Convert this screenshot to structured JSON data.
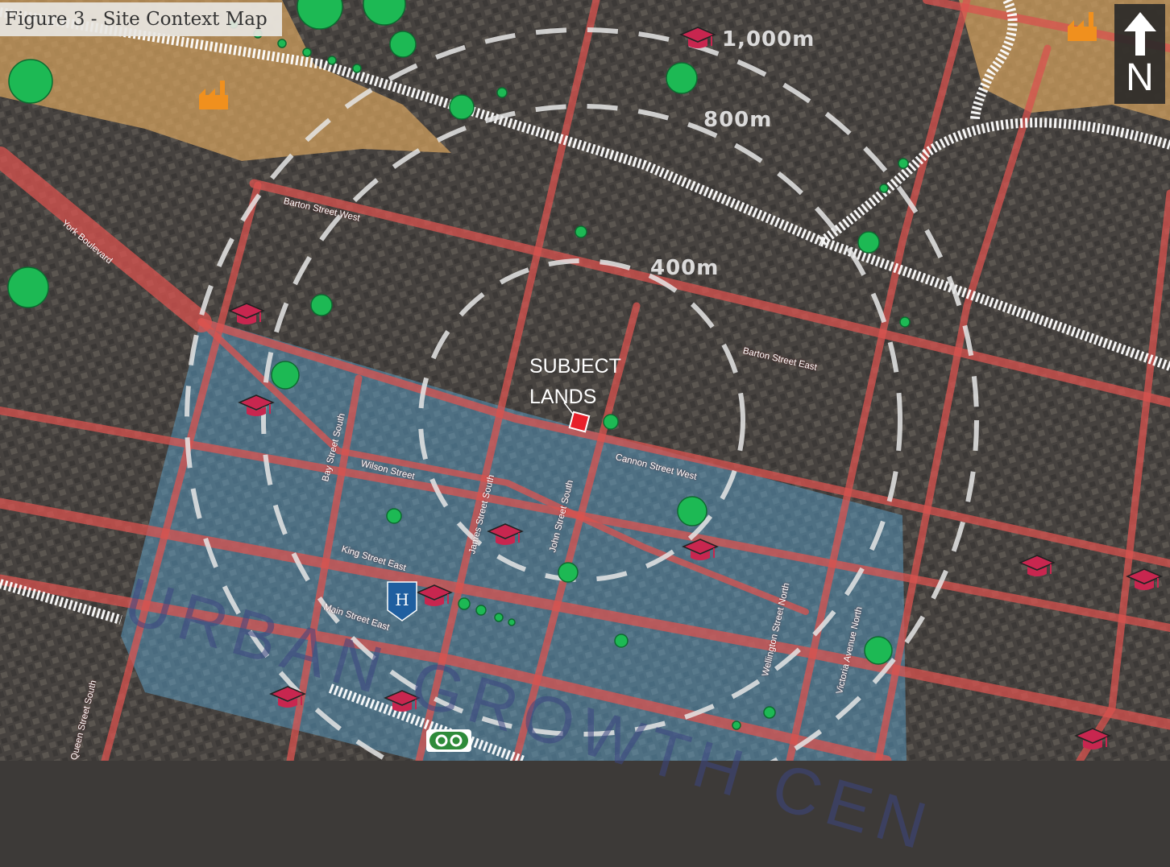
{
  "title": "Figure 3 - Site Context Map",
  "north_label": "N",
  "subject_label": [
    "SUBJECT",
    "LANDS"
  ],
  "ring_labels": [
    "1,000m",
    "800m",
    "400m"
  ],
  "zone_label": "URBAN GROWTH CEN",
  "streets": {
    "barton_west": "Barton Street West",
    "barton_east": "Barton Street East",
    "york": "York Boulevard",
    "bay": "Bay Street South",
    "wilson": "Wilson Street",
    "james": "James Street South",
    "john": "John Street South",
    "cannon": "Cannon Street West",
    "king": "King Street East",
    "main": "Main Street East",
    "wellington": "Wellington Street North",
    "victoria": "Victoria Avenue North",
    "queen": "Queen Street South"
  },
  "icons": {
    "school": "graduation-cap-icon",
    "industrial": "factory-icon",
    "park": "green-circle",
    "transit": "go-transit-logo",
    "city_hall": "hamilton-logo"
  },
  "colors": {
    "road": "#d9534f",
    "park": "#1db954",
    "school": "#c8264f",
    "industrial": "#d9a560",
    "urban_zone": "#5aa9d8",
    "rail": "#ffffff"
  }
}
